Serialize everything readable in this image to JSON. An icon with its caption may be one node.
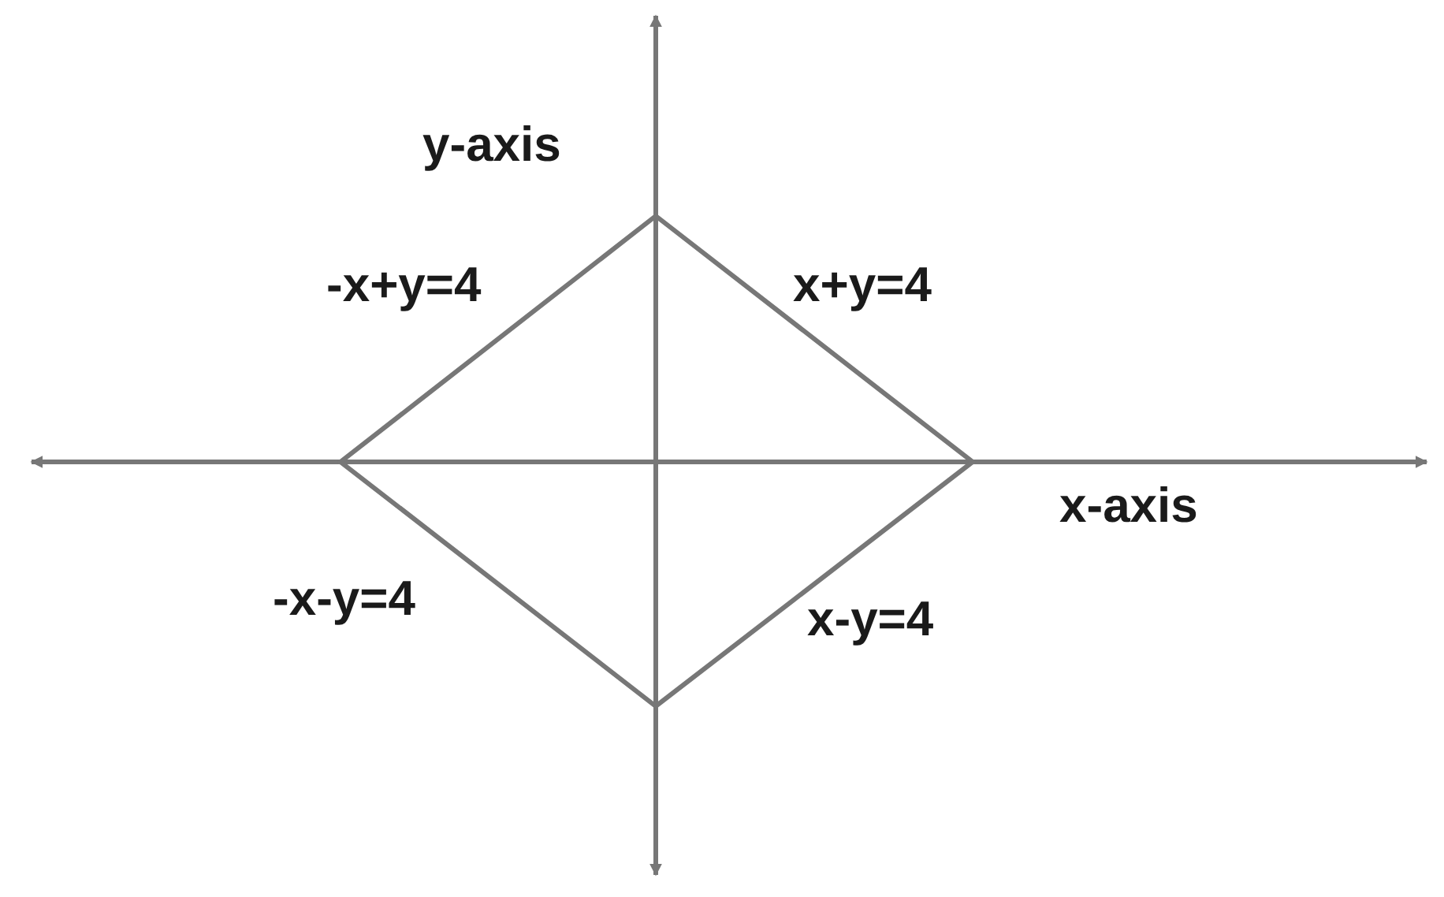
{
  "diagram": {
    "labels": [
      "y-axis",
      "-x+y=4",
      "x+y=4",
      "x-axis",
      "-x-y=4",
      "x-y=4"
    ]
  }
}
